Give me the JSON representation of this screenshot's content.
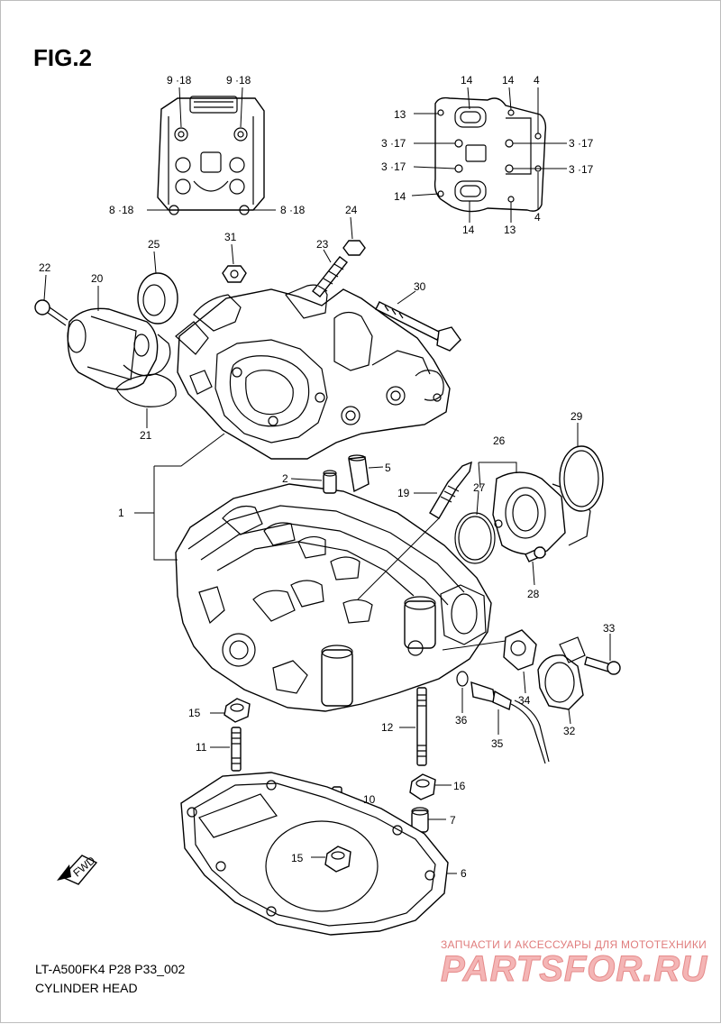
{
  "figure": {
    "title": "FIG.2"
  },
  "footer": {
    "model": "LT-A500FK4 P28 P33_002",
    "caption": "CYLINDER HEAD"
  },
  "watermark": {
    "tagline": "ЗАПЧАСТИ И АКСЕССУАРЫ ДЛЯ МОТОТЕХНИКИ",
    "logo": "PARTSFOR.RU"
  },
  "fwd_label": "FWD",
  "callouts": {
    "top_9_18_left": "9 ·18",
    "top_9_18_right": "9 ·18",
    "top_8_18_left": "8 ·18",
    "top_8_18_right": "8 ·18",
    "r14_top_left": "14",
    "r14_top_right": "14",
    "r4_top": "4",
    "r13_top": "13",
    "r3_17_ul": "3 ·17",
    "r3_17_ur": "3 ·17",
    "r3_17_ll": "3 ·17",
    "r3_17_lr": "3 ·17",
    "r14_mid": "14",
    "r14_bot": "14",
    "r13_bot": "13",
    "r4_bot": "4",
    "p24": "24",
    "p25": "25",
    "p31": "31",
    "p23": "23",
    "p22": "22",
    "p20": "20",
    "p30": "30",
    "p21": "21",
    "p2": "2",
    "p5": "5",
    "p26": "26",
    "p29": "29",
    "p19": "19",
    "p27": "27",
    "p1": "1",
    "p28": "28",
    "p33": "33",
    "p34": "34",
    "p36": "36",
    "p32": "32",
    "p15a": "15",
    "p12": "12",
    "p35": "35",
    "p11": "11",
    "p16": "16",
    "p10": "10",
    "p7": "7",
    "p15b": "15",
    "p6": "6"
  }
}
